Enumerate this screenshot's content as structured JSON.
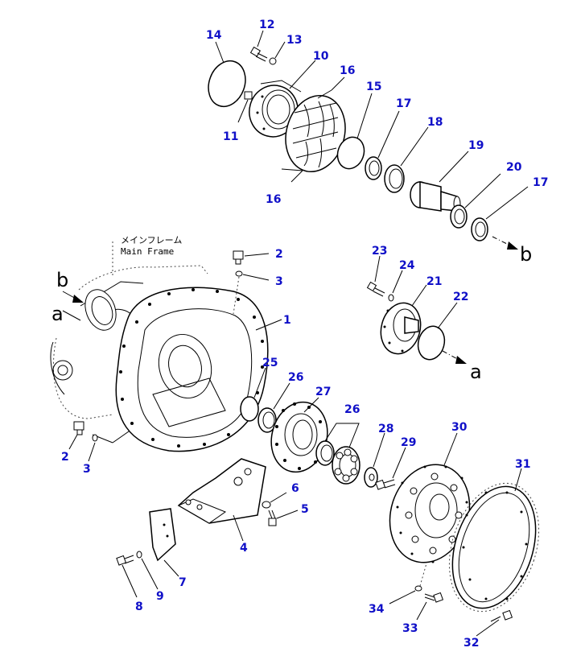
{
  "diagram": {
    "frame_label_jp": "メインフレーム",
    "frame_label_en": "Main Frame",
    "ref_a": "a",
    "ref_b": "b",
    "callouts": {
      "c1": "1",
      "c2a": "2",
      "c2b": "2",
      "c3a": "3",
      "c3b": "3",
      "c4": "4",
      "c5": "5",
      "c6": "6",
      "c7": "7",
      "c8": "8",
      "c9": "9",
      "c10": "10",
      "c11": "11",
      "c12": "12",
      "c13": "13",
      "c14": "14",
      "c15": "15",
      "c16a": "16",
      "c16b": "16",
      "c17a": "17",
      "c17b": "17",
      "c18": "18",
      "c19": "19",
      "c20": "20",
      "c21": "21",
      "c22": "22",
      "c23": "23",
      "c24": "24",
      "c25": "25",
      "c26a": "26",
      "c26b": "26",
      "c27": "27",
      "c28": "28",
      "c29": "29",
      "c30": "30",
      "c31": "31",
      "c32": "32",
      "c33": "33",
      "c34": "34"
    }
  }
}
